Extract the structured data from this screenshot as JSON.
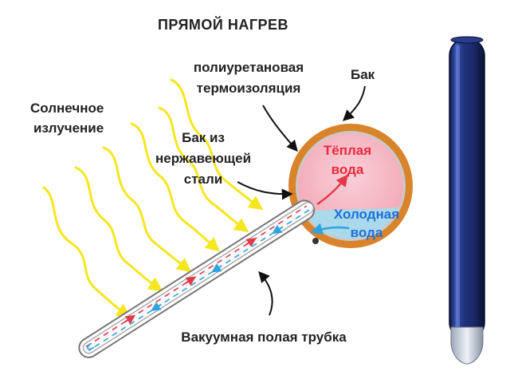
{
  "diagram": {
    "title": "ПРЯМОЙ НАГРЕВ",
    "labels": {
      "solar_line1": "Солнечное",
      "solar_line2": "излучение",
      "insulation_line1": "полиуретановая",
      "insulation_line2": "термоизоляция",
      "tank": "Бак",
      "steel_line1": "Бак из",
      "steel_line2": "нержавеющей",
      "steel_line3": "стали",
      "warm_line1": "Тёплая",
      "warm_line2": "вода",
      "cold_line1": "Холодная",
      "cold_line2": "вода",
      "tube": "Вакуумная полая трубка"
    },
    "colors": {
      "ray": "#f5e61f",
      "insulation": "#d9832a",
      "warm_water": "#f2a8b6",
      "cold_water": "#a9d9ea",
      "warm_text": "#e8283c",
      "cold_text": "#1f6fd6",
      "tube_body": "#1f2f7a",
      "hot_arrow": "#e23a4a",
      "cold_arrow": "#2ea3e0"
    }
  }
}
